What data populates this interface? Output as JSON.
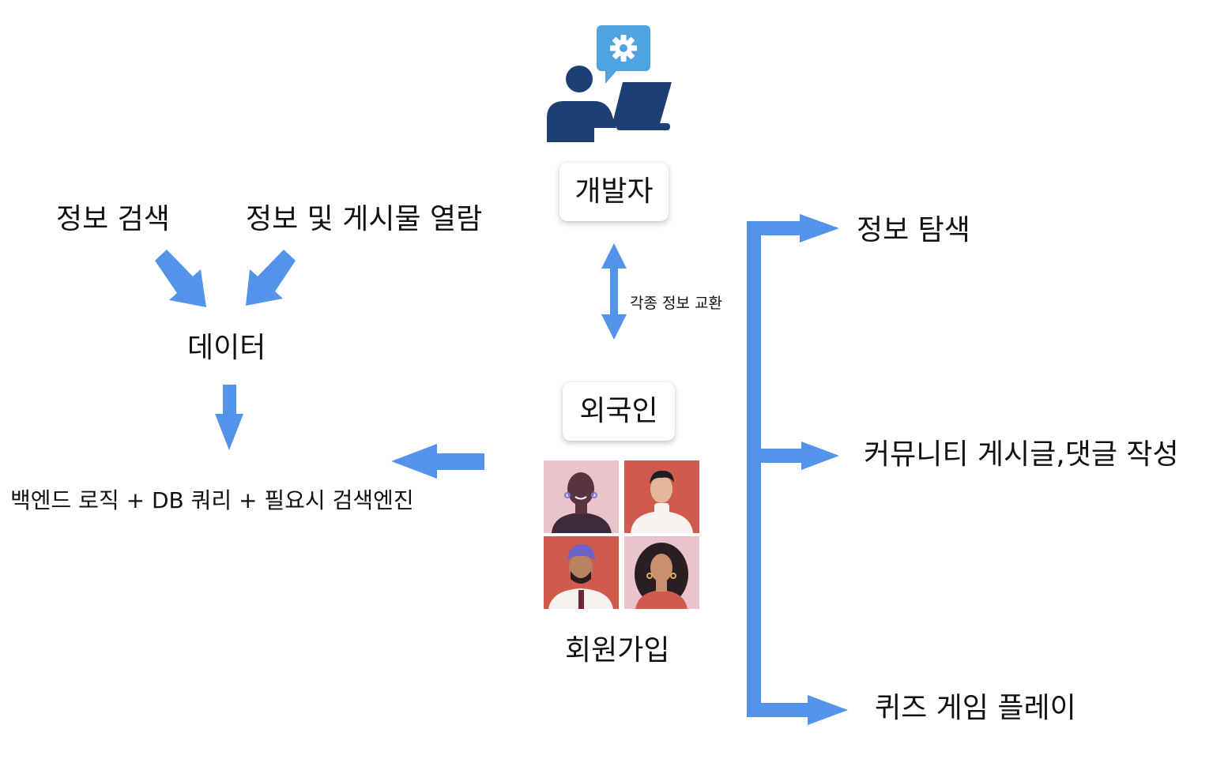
{
  "colors": {
    "arrow": "#5393ea",
    "icon_dark": "#1d3f73",
    "icon_light": "#4fa3e0",
    "portrait_pink": "#e9c4cc",
    "portrait_red": "#d05a4c"
  },
  "icons": {
    "developer": "developer-computer-icon",
    "members": "foreigner-portraits"
  },
  "nodes": {
    "developer": "개발자",
    "foreigner": "외국인",
    "signup": "회원가입",
    "data": "데이터",
    "info_search": "정보 검색",
    "info_view": "정보 및 게시물 열람",
    "backend": "백엔드 로직 + DB 쿼리 + 필요시 검색엔진"
  },
  "edges": {
    "exchange": "각종 정보 교환"
  },
  "features": {
    "explore": "정보 탐색",
    "community": "커뮤니티 게시글,댓글 작성",
    "quiz": "퀴즈 게임 플레이"
  }
}
